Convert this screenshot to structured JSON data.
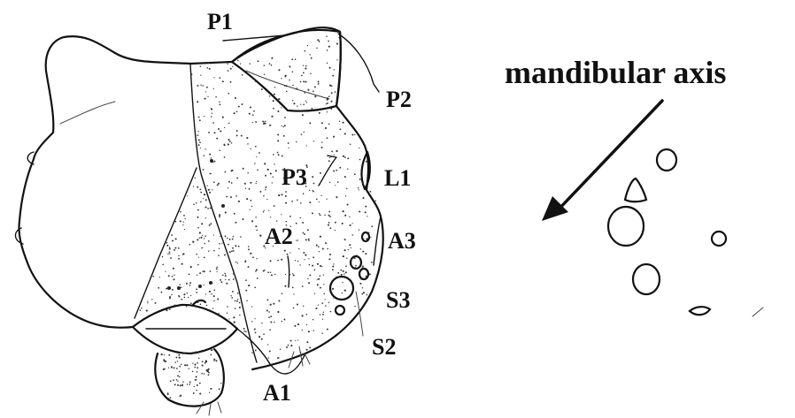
{
  "figure": {
    "setae_labels": {
      "p1": "P1",
      "p2": "P2",
      "p3": "P3",
      "l1": "L1",
      "a2": "A2",
      "a3": "A3",
      "s3": "S3",
      "s2": "S2",
      "a1": "A1"
    },
    "axis_label": "mandibular axis"
  }
}
